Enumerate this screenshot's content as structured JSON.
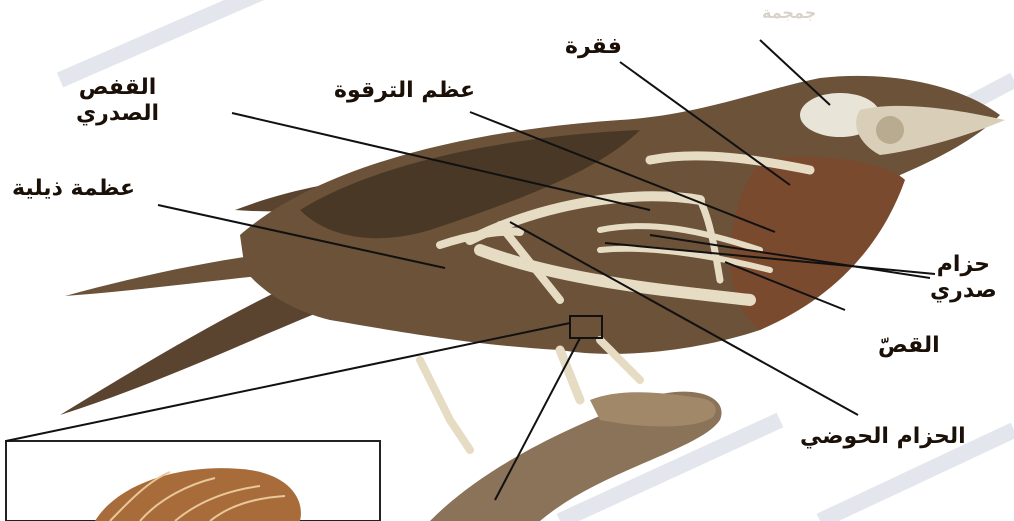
{
  "labels": {
    "skull": "جمجمة",
    "vertebra": "فقرة",
    "collarbone": "عظم الترقوة",
    "ribcage_line1": "القفص",
    "ribcage_line2": "الصدري",
    "tail_bone": "عظمة ذيلية",
    "pectoral_line1": "حزام",
    "pectoral_line2": "صدري",
    "keel": "القصّ",
    "pelvic": "الحزام الحوضي"
  },
  "colors": {
    "background": "#ffffff",
    "bird_body": "#6b5238",
    "bird_dark": "#4a3826",
    "breast": "#7a4a2e",
    "bone": "#e6dcc4",
    "branch": "#8a7358",
    "leader_line": "#111111",
    "watermark_stripe": "#e4e6ee"
  }
}
